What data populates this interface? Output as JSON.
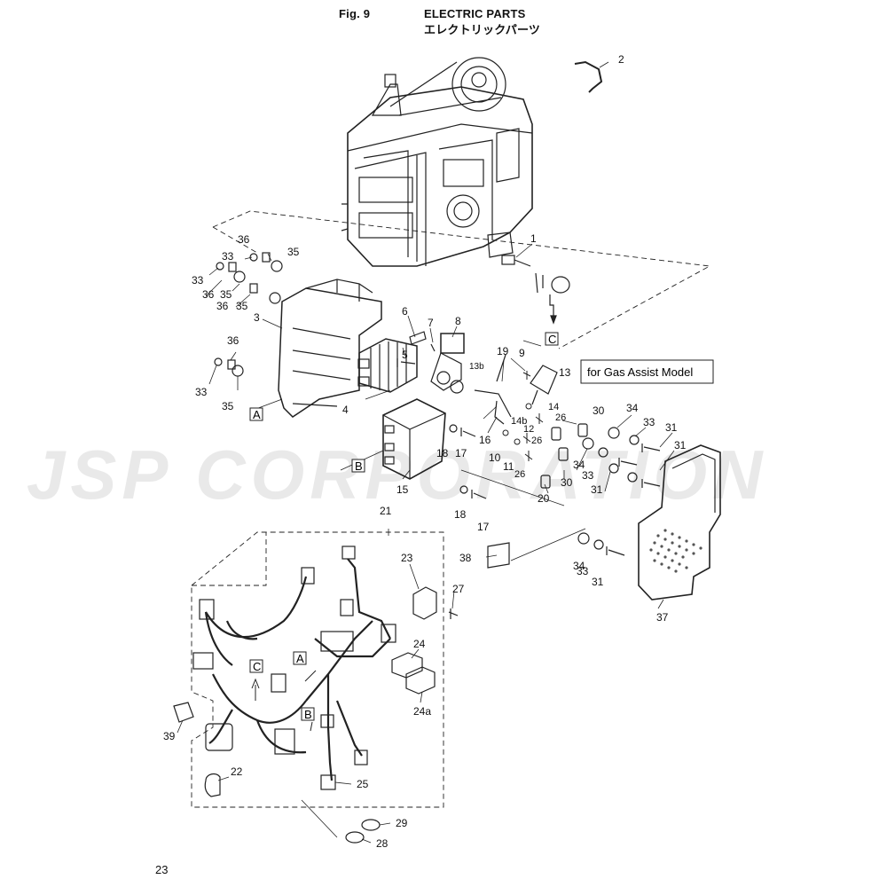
{
  "header": {
    "fig_label": "Fig. 9",
    "title_en": "ELECTRIC PARTS",
    "title_jp": "エレクトリックパーツ"
  },
  "page_number": "23",
  "watermark": "JSP CORPORATION",
  "note_gas_assist": "for Gas Assist Model",
  "refs": {
    "A": "A",
    "B": "B",
    "C": "C"
  },
  "callouts": {
    "c1": "1",
    "c2": "2",
    "c3": "3",
    "c4": "4",
    "c5": "5",
    "c6": "6",
    "c7": "7",
    "c8": "8",
    "c9": "9",
    "c10": "10",
    "c11": "11",
    "c12": "12",
    "c13": "13",
    "c13b": "13b",
    "c14": "14",
    "c14b": "14b",
    "c15": "15",
    "c16": "16",
    "c17": "17",
    "c18": "18",
    "c19": "19",
    "c20": "20",
    "c21": "21",
    "c22": "22",
    "c23": "23",
    "c24": "24",
    "c24a": "24a",
    "c25": "25",
    "c26": "26",
    "c27": "27",
    "c28": "28",
    "c29": "29",
    "c30": "30",
    "c31": "31",
    "c33": "33",
    "c34": "34",
    "c35": "35",
    "c36": "36",
    "c37": "37",
    "c38": "38",
    "c39": "39"
  }
}
